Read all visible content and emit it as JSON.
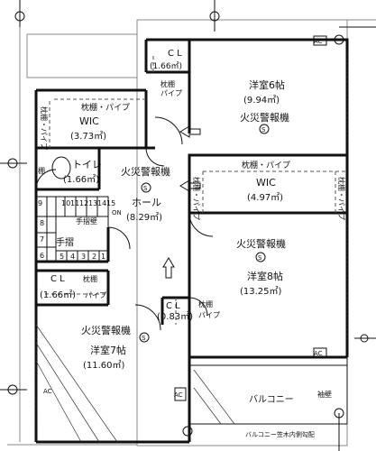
{
  "rooms": {
    "cl_top": {
      "name": "C L",
      "area": "(1.66㎡)",
      "shelf_v": "枕棚\nパイプ"
    },
    "western6": {
      "name": "洋室6帖",
      "area": "(9.94㎡)",
      "alarm": "火災警報機",
      "alarm_symbol": "S"
    },
    "wic_left": {
      "shelf": "枕棚・パイプ",
      "shelf_v": "枕棚・パイプ",
      "name": "WIC",
      "area": "(3.73㎡)"
    },
    "toilet": {
      "name": "トイレ",
      "area": "(1.66㎡)",
      "shelf": "棚"
    },
    "alarm_mid": {
      "label": "火災警報機",
      "symbol": "S"
    },
    "hall": {
      "name": "ホール",
      "area": "(8.29㎡)"
    },
    "wic_right": {
      "shelf": "枕棚・パイプ",
      "shelf_v": "枕棚・パイプ",
      "name": "WIC",
      "area": "(4.97㎡)"
    },
    "western8": {
      "name": "洋室8帖",
      "area": "(13.25㎡)",
      "alarm": "火災警報機",
      "alarm_symbol": "S"
    },
    "stairs": {
      "up": "ON",
      "handrail1": "手摺壁",
      "handrail2": "手摺",
      "steps_top": [
        "9",
        "10",
        "11",
        "12",
        "13",
        "14",
        "15"
      ],
      "steps_left": [
        "8",
        "7",
        "6"
      ],
      "steps_bottom": [
        "5",
        "4",
        "3",
        "2",
        "1"
      ]
    },
    "cl_bottom": {
      "name": "C L",
      "area": "(1.66㎡)",
      "shelf": "枕棚",
      "pipe": "パイプ"
    },
    "cl_small": {
      "name": "C L",
      "area": "(0.83㎡)",
      "shelf_v": "枕棚\nパイプ"
    },
    "western7": {
      "name": "洋室7帖",
      "area": "(11.60㎡)",
      "alarm": "火災警報機",
      "alarm_symbol": "S"
    },
    "balcony": {
      "name": "バルコニー",
      "wall": "袖壁",
      "note": "バルコニー笠木内側勾配",
      "ac": "AC"
    }
  },
  "ac_labels": [
    "AC",
    "AC",
    "AC",
    "AC"
  ]
}
